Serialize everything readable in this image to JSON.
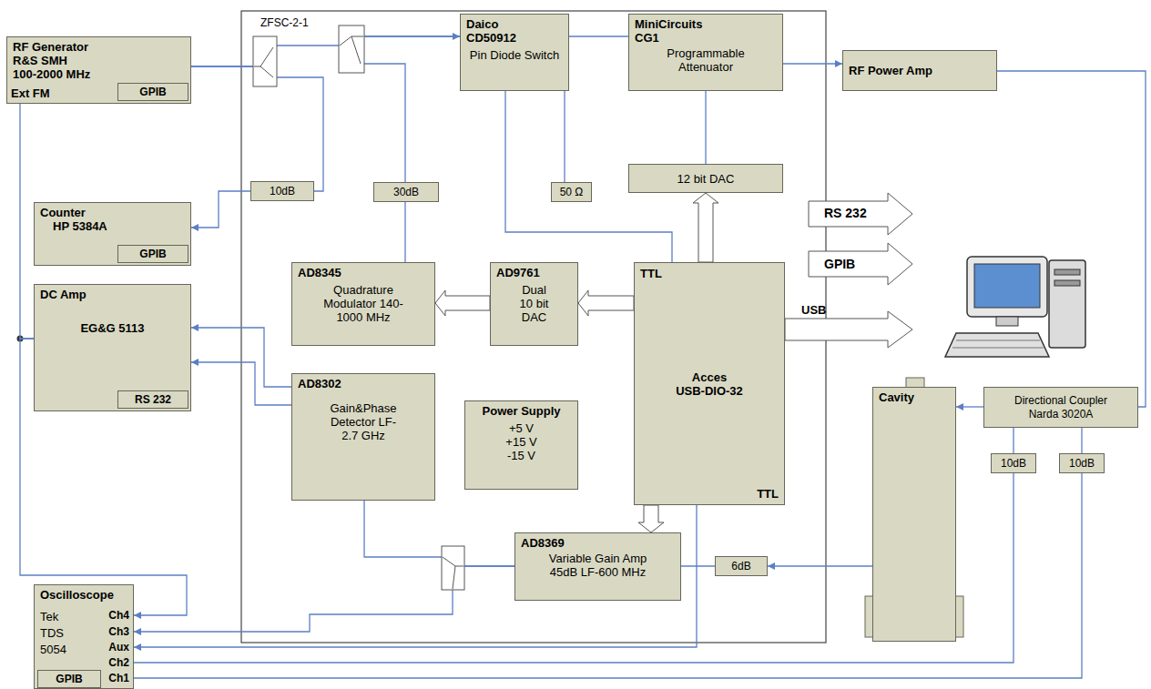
{
  "diagram": {
    "nodes": [
      {
        "text": [
          "RF Generator",
          "R&S SMH",
          "100-2000 MHz",
          "Ext FM"
        ]
      },
      {
        "text": [
          "GPIB"
        ],
        "in": 0
      },
      {
        "text": [
          "Counter",
          "HP 5384A"
        ]
      },
      {
        "text": [
          "GPIB"
        ],
        "in": 2
      },
      {
        "text": [
          "DC Amp",
          "EG&G 5113"
        ]
      },
      {
        "text": [
          "RS 232"
        ],
        "in": 4
      },
      {
        "text": [
          "Oscilloscope",
          "Tek TDS 5054",
          "Ch4",
          "Ch3",
          "Aux",
          "Ch2",
          "Ch1"
        ]
      },
      {
        "text": [
          "GPIB"
        ],
        "in": 6
      },
      {
        "text": [
          "Daico",
          "CD50912",
          "Pin Diode Switch"
        ]
      },
      {
        "text": [
          "MiniCircuits",
          "CG1",
          "Programmable Attenuator"
        ]
      },
      {
        "text": [
          "12 bit DAC"
        ]
      },
      {
        "text": [
          "50 Ω"
        ]
      },
      {
        "text": [
          "10dB"
        ]
      },
      {
        "text": [
          "30dB"
        ]
      },
      {
        "text": [
          "AD8345",
          "Quadrature Modulator 140-1000 MHz"
        ]
      },
      {
        "text": [
          "AD9761",
          "Dual 10 bit DAC"
        ]
      },
      {
        "text": [
          "TTL",
          "Acces",
          "USB-DIO-32",
          "TTL"
        ]
      },
      {
        "text": [
          "AD8302",
          "Gain&Phase Detector LF-2.7 GHz"
        ]
      },
      {
        "text": [
          "Power Supply",
          "+5 V +15 V -15 V"
        ]
      },
      {
        "text": [
          "AD8369",
          "Variable Gain Amp 45dB LF-600 MHz"
        ]
      },
      {
        "text": [
          "6dB"
        ]
      },
      {
        "text": [
          "RF Power Amp"
        ]
      },
      {
        "text": [
          "Cavity"
        ]
      },
      {
        "text": [
          "Directional Coupler",
          "Narda 3020A"
        ]
      },
      {
        "text": [
          "10dB"
        ]
      },
      {
        "text": [
          "10dB"
        ]
      }
    ],
    "edges": [
      {
        "from": 0,
        "to": 8,
        "arrow": "to"
      },
      {
        "from": 0,
        "to": 12,
        "arrow": "none"
      },
      {
        "from": 12,
        "to": 2,
        "arrow": "to"
      },
      {
        "from": 14,
        "to": 13,
        "arrow": "none"
      },
      {
        "from": 13,
        "to": 8,
        "arrow": "none"
      },
      {
        "from": 8,
        "to": 9,
        "arrow": "none"
      },
      {
        "from": 8,
        "to": 11,
        "arrow": "none"
      },
      {
        "from": 8,
        "to": 16,
        "arrow": "none"
      },
      {
        "from": 10,
        "to": 9,
        "arrow": "none"
      },
      {
        "from": 9,
        "to": 21,
        "arrow": "to"
      },
      {
        "from": 21,
        "to": 23,
        "arrow": "none"
      },
      {
        "from": 23,
        "to": 22,
        "arrow": "to"
      },
      {
        "from": 23,
        "to": 24,
        "arrow": "none"
      },
      {
        "from": 23,
        "to": 25,
        "arrow": "none"
      },
      {
        "from": 24,
        "to": 6,
        "arrow": "none"
      },
      {
        "from": 25,
        "to": 6,
        "arrow": "none"
      },
      {
        "from": 19,
        "to": 6,
        "arrow": "to"
      },
      {
        "from": 19,
        "to": 17,
        "arrow": "none"
      },
      {
        "from": 20,
        "to": 19,
        "arrow": "none"
      },
      {
        "from": 22,
        "to": 20,
        "arrow": "to"
      },
      {
        "from": 17,
        "to": 4,
        "arrow": "to"
      },
      {
        "from": 17,
        "to": 4,
        "arrow": "to"
      },
      {
        "from": 4,
        "to": 0,
        "arrow": "none"
      },
      {
        "from": 4,
        "to": 6,
        "arrow": "to"
      },
      {
        "from": 16,
        "to": 6,
        "arrow": "to"
      },
      {
        "from": 16,
        "to": 10,
        "arrow": "to"
      },
      {
        "from": 16,
        "to": 15,
        "arrow": "to"
      },
      {
        "from": 15,
        "to": 14,
        "arrow": "to"
      },
      {
        "from": 16,
        "to": 19,
        "arrow": "to"
      }
    ],
    "labels": [
      "ZFSC-2-1",
      "RS 232",
      "GPIB",
      "USB"
    ]
  }
}
